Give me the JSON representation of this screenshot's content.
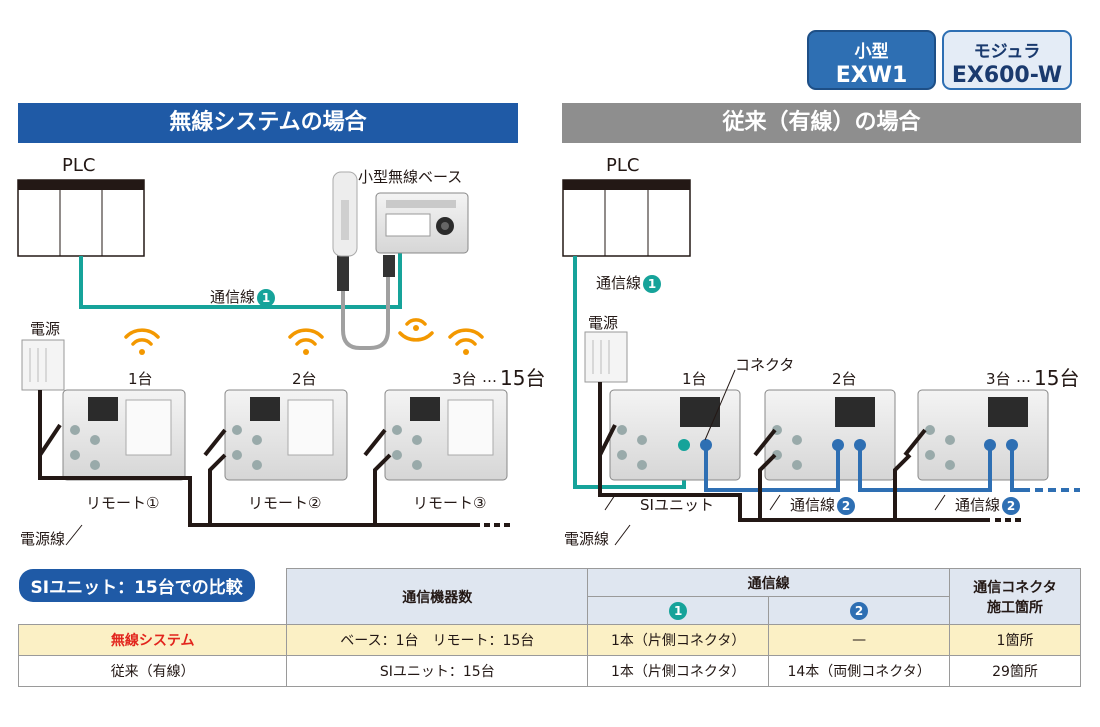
{
  "badges": {
    "small": {
      "line1": "小型",
      "line2": "EXW1"
    },
    "modular": {
      "line1": "モジュラ",
      "line2": "EX600-W"
    }
  },
  "left": {
    "title": "無線システムの場合",
    "plc": "PLC",
    "base": "小型無線ベース",
    "comm_line": "通信線",
    "comm_num": "1",
    "power": "電源",
    "power_line": "電源線",
    "units": [
      {
        "count": "1台",
        "name": "リモート①"
      },
      {
        "count": "2台",
        "name": "リモート②"
      },
      {
        "count": "3台",
        "name": "リモート③"
      }
    ],
    "more": "…",
    "total": "15台"
  },
  "right": {
    "title": "従来（有線）の場合",
    "plc": "PLC",
    "comm_line": "通信線",
    "comm_num_1": "1",
    "comm_num_2": "2",
    "power": "電源",
    "power_line": "電源線",
    "connector": "コネクタ",
    "si_unit": "SIユニット",
    "counts": [
      "1台",
      "2台",
      "3台"
    ],
    "more": "…",
    "total": "15台"
  },
  "table": {
    "title": "SIユニット：15台での比較",
    "col_devices": "通信機器数",
    "col_comm": "通信線",
    "col_comm_1": "1",
    "col_comm_2": "2",
    "col_connector_1": "通信コネクタ",
    "col_connector_2": "施工箇所",
    "rows": [
      {
        "label": "無線システム",
        "devices": "ベース：1台　リモート：15台",
        "comm1": "1本（片側コネクタ）",
        "comm2": "—",
        "connector": "1箇所"
      },
      {
        "label": "従来（有線）",
        "devices": "SIユニット：15台",
        "comm1": "1本（片側コネクタ）",
        "comm2": "14本（両側コネクタ）",
        "connector": "29箇所"
      }
    ]
  },
  "colors": {
    "teal": "#16a39a",
    "blue": "#2e6fb3",
    "gray": "#8e8e8e",
    "red": "#e2251d",
    "orange": "#f39800"
  }
}
